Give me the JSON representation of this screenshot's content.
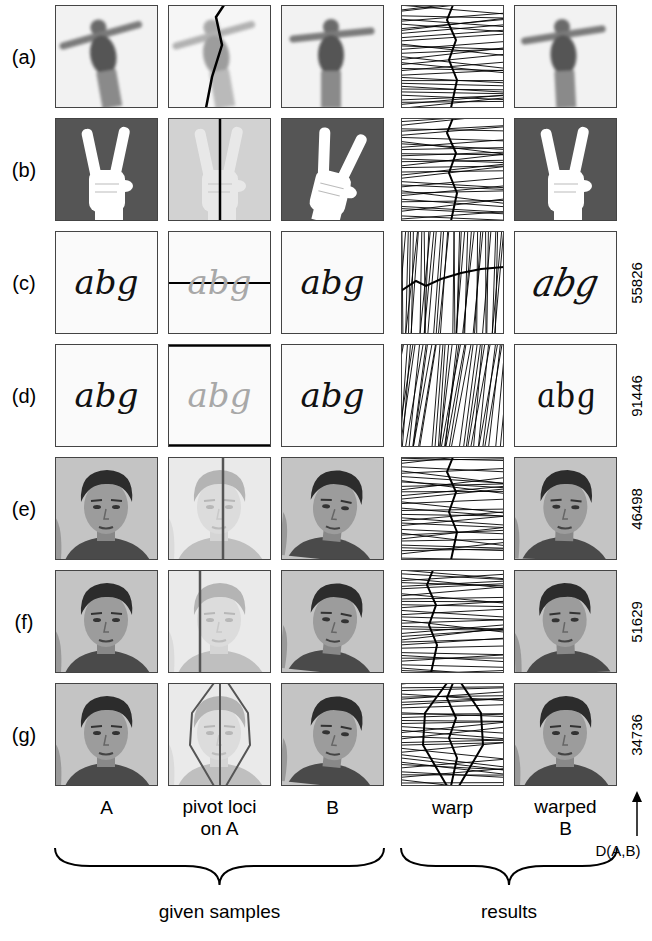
{
  "diagram": {
    "labels": [
      "(a)",
      "(b)",
      "(c)",
      "abg",
      "abg",
      "abg",
      "abg",
      "55826",
      "(d)",
      "abg",
      "abg",
      "abg",
      "abg",
      "91446",
      "(e)",
      "46498",
      "(f)",
      "51629",
      "(g)",
      "34736",
      "A",
      "pivot loci on A",
      "B",
      "warp",
      "warped B",
      "D(A,B)",
      "given samples",
      "results"
    ]
  }
}
